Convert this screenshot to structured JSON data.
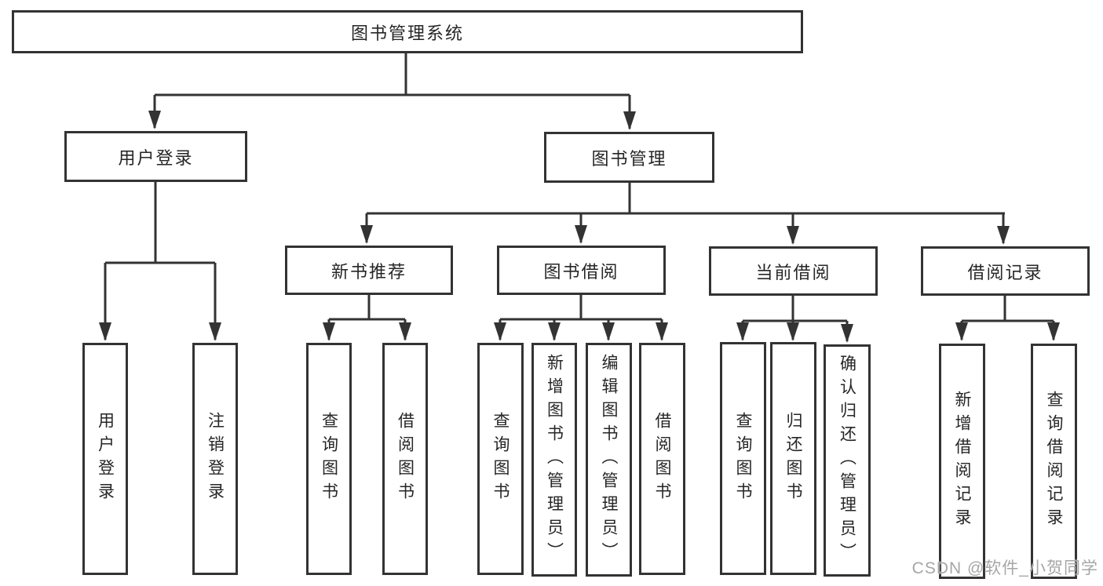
{
  "tree": {
    "root": {
      "label": "图书管理系统"
    },
    "level2": [
      {
        "label": "用户登录",
        "parent": "图书管理系统"
      },
      {
        "label": "图书管理",
        "parent": "图书管理系统"
      }
    ],
    "level3": [
      {
        "label": "新书推荐",
        "parent": "图书管理"
      },
      {
        "label": "图书借阅",
        "parent": "图书管理"
      },
      {
        "label": "当前借阅",
        "parent": "图书管理"
      },
      {
        "label": "借阅记录",
        "parent": "图书管理"
      }
    ],
    "leaves": [
      {
        "label": "用户登录",
        "parent": "用户登录"
      },
      {
        "label": "注销登录",
        "parent": "用户登录"
      },
      {
        "label": "查询图书",
        "parent": "新书推荐"
      },
      {
        "label": "借阅图书",
        "parent": "新书推荐"
      },
      {
        "label": "查询图书",
        "parent": "图书借阅"
      },
      {
        "label": "新增图书（管理员）",
        "parent": "图书借阅"
      },
      {
        "label": "编辑图书（管理员）",
        "parent": "图书借阅"
      },
      {
        "label": "借阅图书",
        "parent": "图书借阅"
      },
      {
        "label": "查询图书",
        "parent": "当前借阅"
      },
      {
        "label": "归还图书",
        "parent": "当前借阅"
      },
      {
        "label": "确认归还（管理员）",
        "parent": "当前借阅"
      },
      {
        "label": "新增借阅记录",
        "parent": "借阅记录"
      },
      {
        "label": "查询借阅记录",
        "parent": "借阅记录"
      }
    ]
  },
  "watermark": {
    "text": "CSDN @软件_小贺同学"
  },
  "colors": {
    "line": "#333333",
    "text": "#262626",
    "background": "#ffffff",
    "watermark": "#a6a6a6"
  }
}
